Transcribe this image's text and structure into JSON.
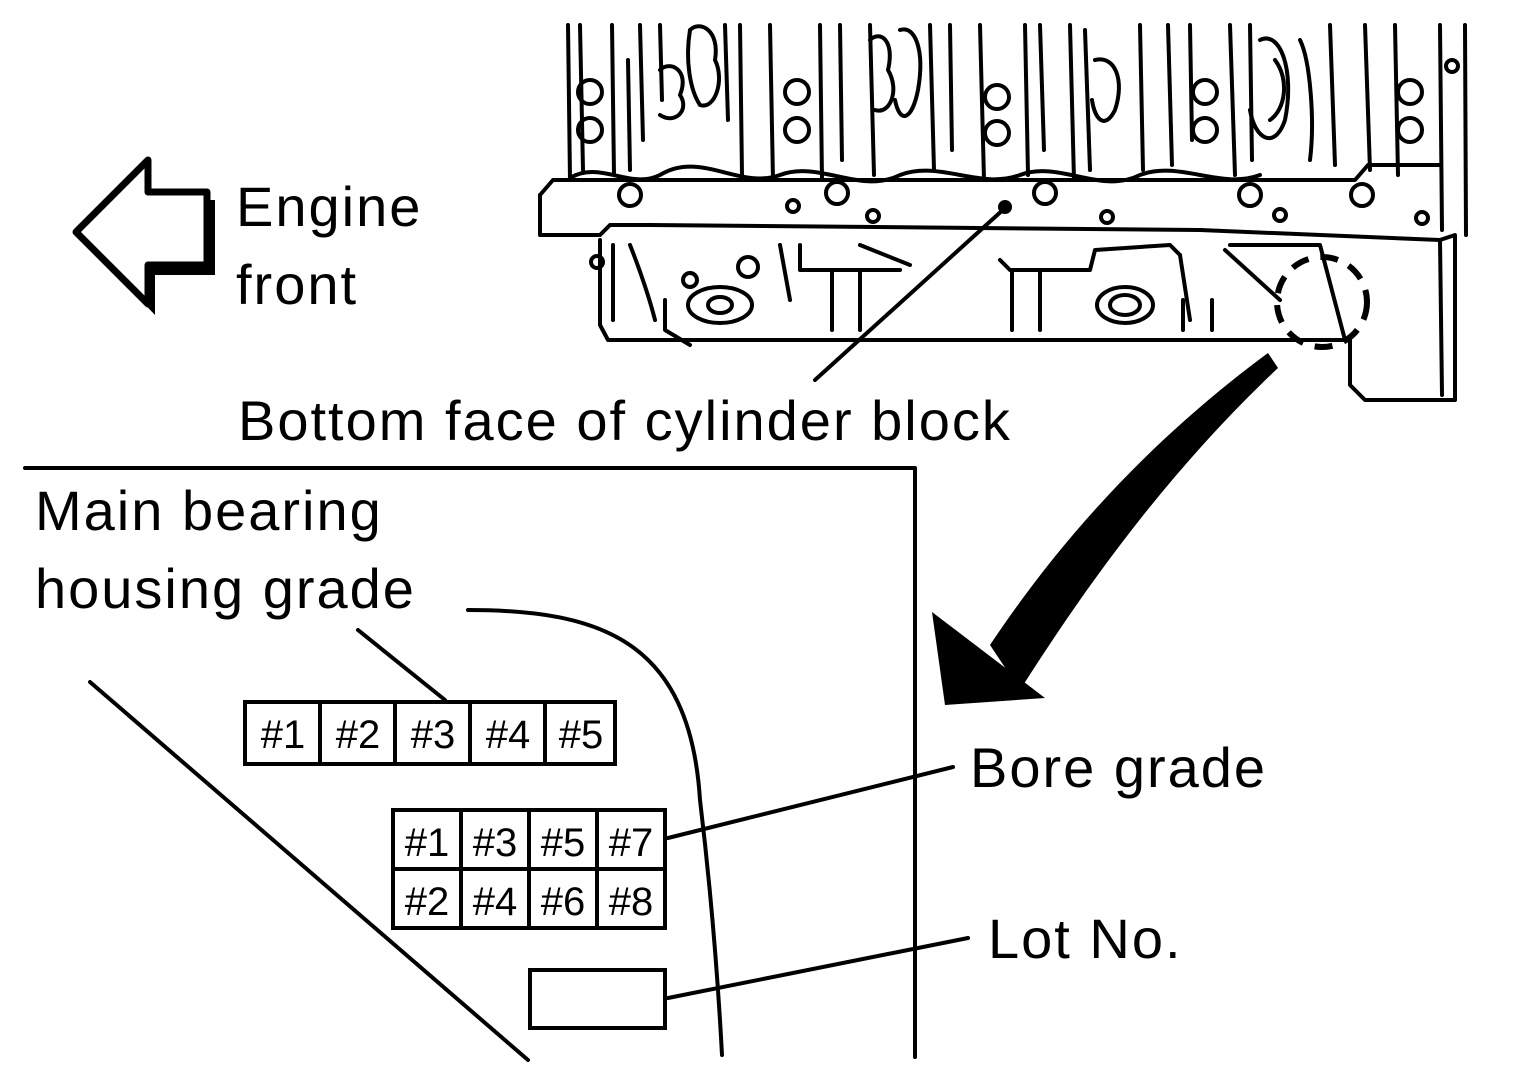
{
  "labels": {
    "engine_front_line1": "Engine",
    "engine_front_line2": "front",
    "bottom_face": "Bottom face of cylinder block",
    "main_bearing_line1": "Main bearing",
    "main_bearing_line2": "housing grade",
    "bore_grade": "Bore grade",
    "lot_no": "Lot No."
  },
  "main_bearing_cells": [
    "#1",
    "#2",
    "#3",
    "#4",
    "#5"
  ],
  "bore_grade_rows": [
    [
      "#1",
      "#3",
      "#5",
      "#7"
    ],
    [
      "#2",
      "#4",
      "#6",
      "#8"
    ]
  ],
  "colors": {
    "ink": "#000000",
    "paper": "#ffffff"
  }
}
